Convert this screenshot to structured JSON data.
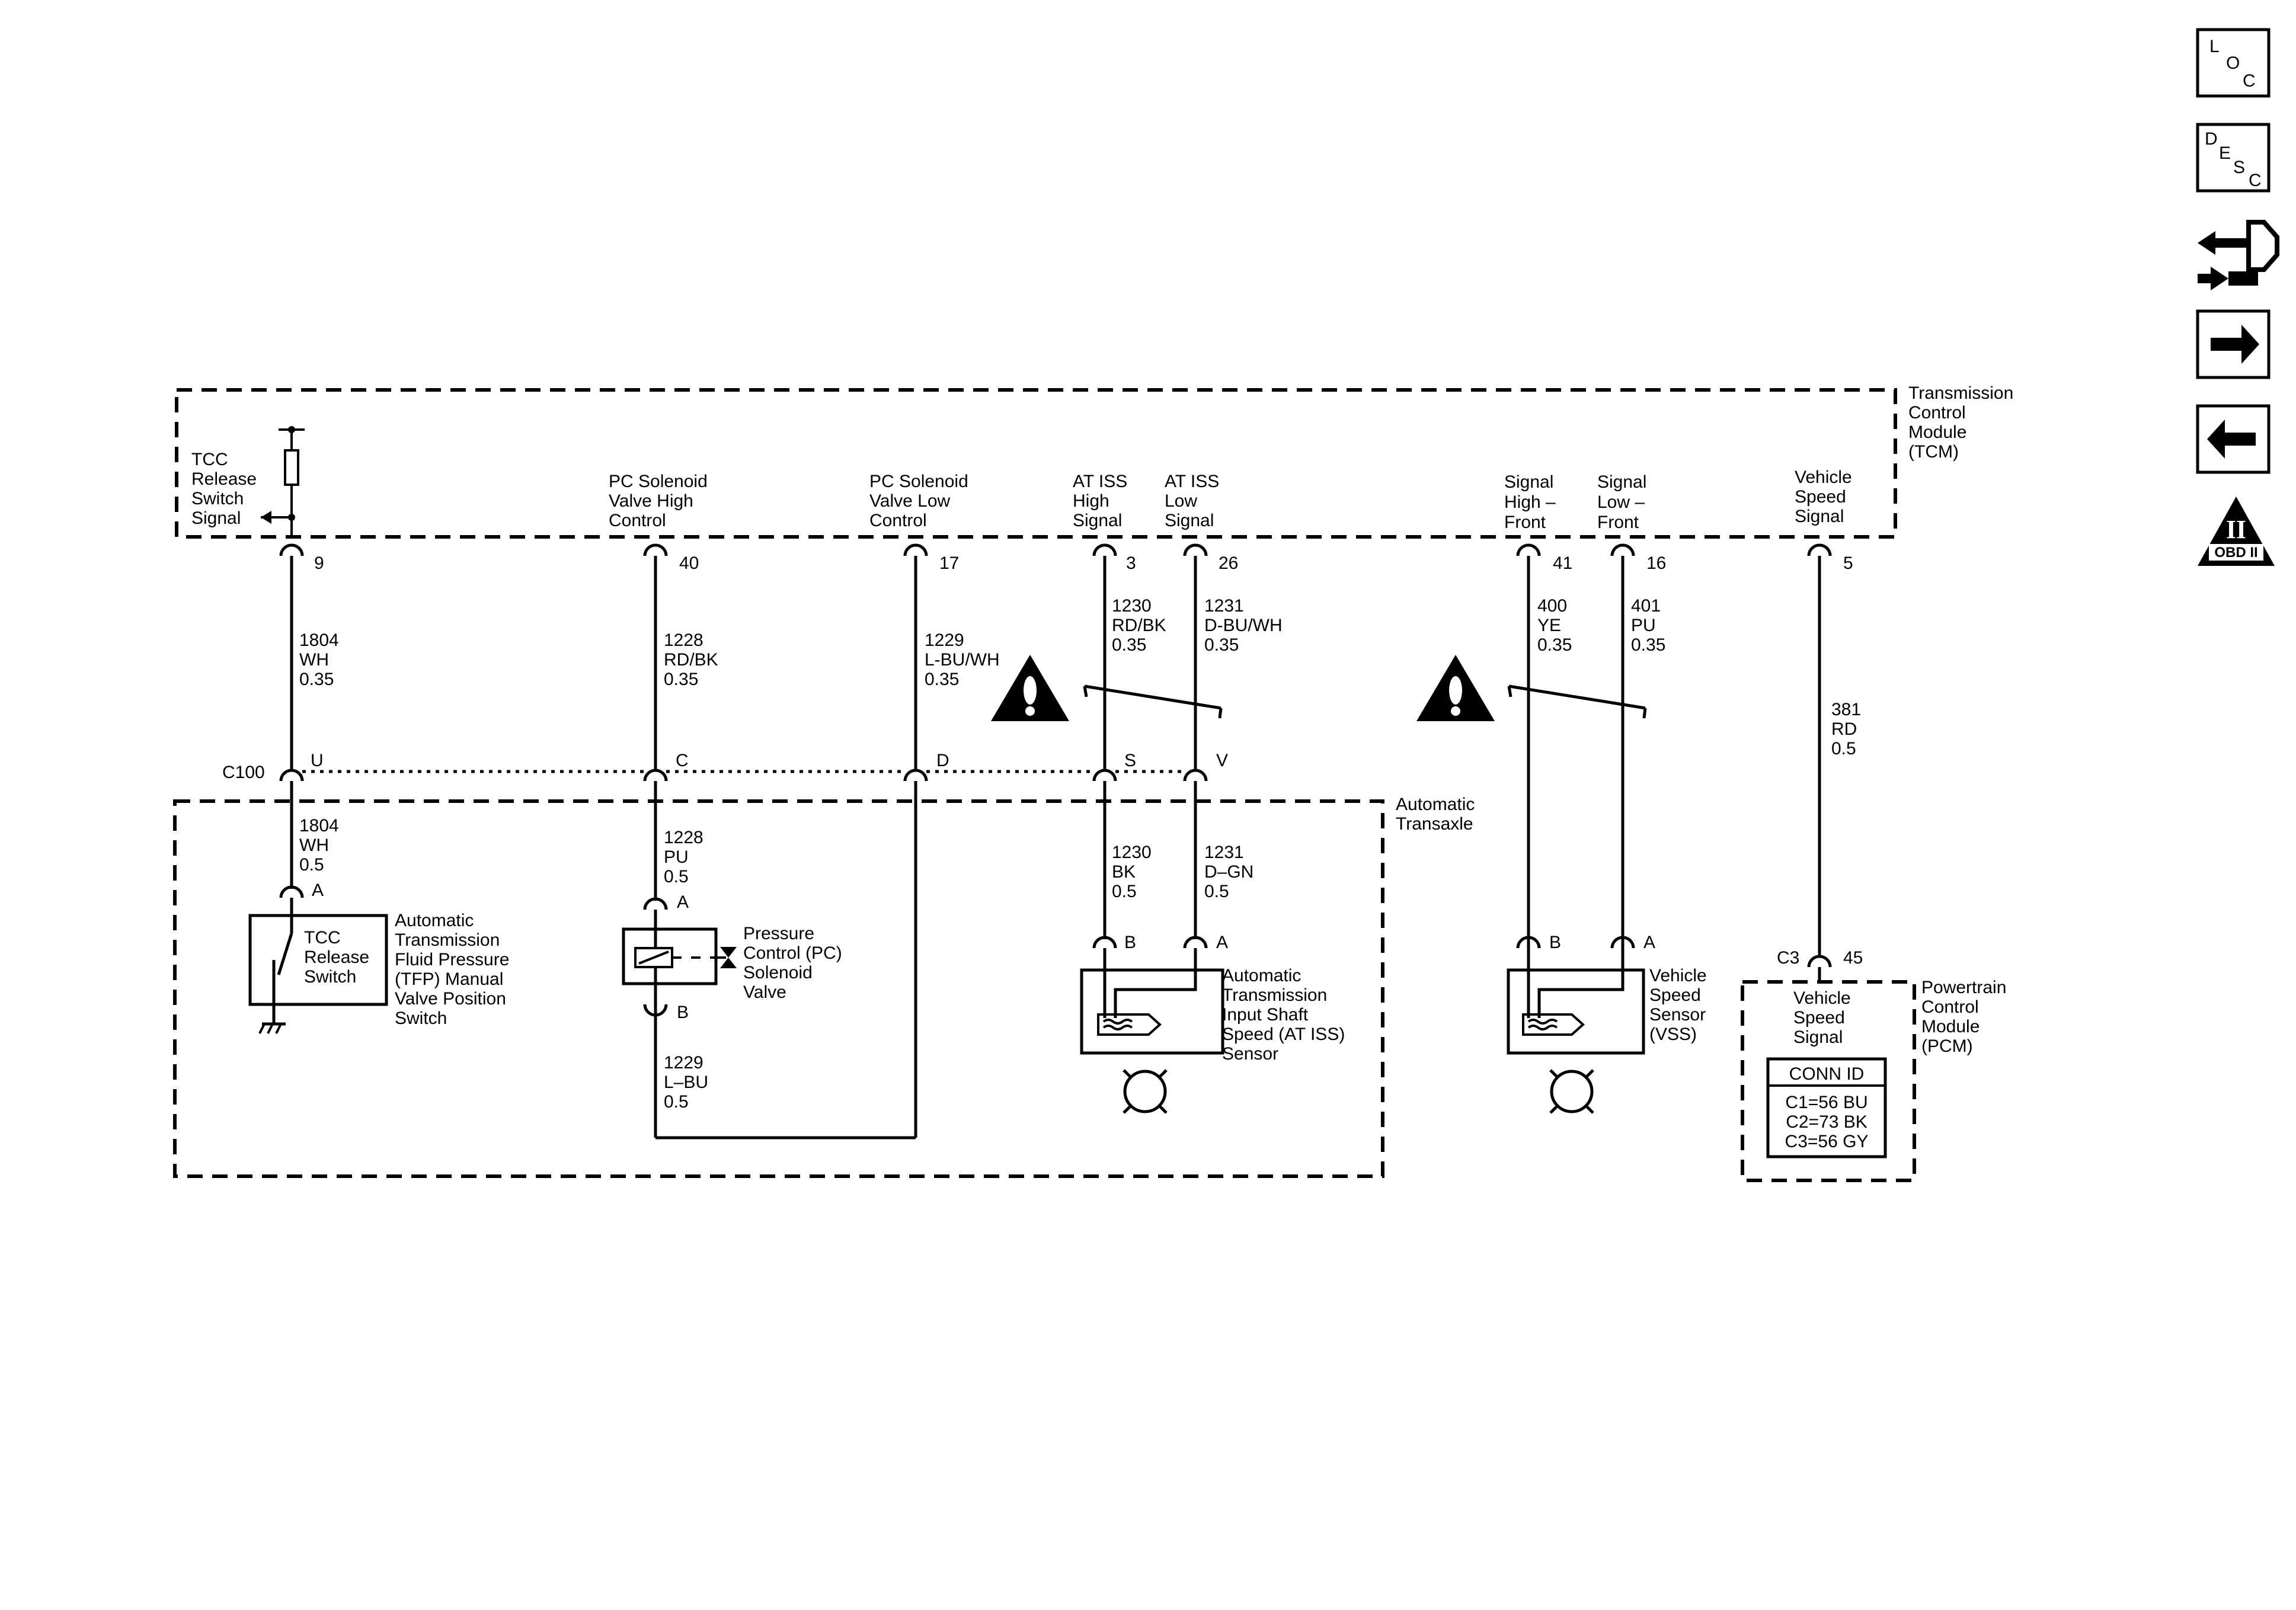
{
  "tcm": {
    "label": [
      "Transmission",
      "Control",
      "Module",
      "(TCM)"
    ],
    "signals": {
      "tcc": [
        "TCC",
        "Release",
        "Switch",
        "Signal"
      ],
      "pc_high": [
        "PC Solenoid",
        "Valve High",
        "Control"
      ],
      "pc_low": [
        "PC Solenoid",
        "Valve Low",
        "Control"
      ],
      "iss_high": [
        "AT ISS",
        "High",
        "Signal"
      ],
      "iss_low": [
        "AT ISS",
        "Low",
        "Signal"
      ],
      "sig_high": [
        "Signal",
        "High –",
        "Front"
      ],
      "sig_low": [
        "Signal",
        "Low –",
        "Front"
      ],
      "vss": [
        "Vehicle",
        "Speed",
        "Signal"
      ]
    },
    "pins": [
      "9",
      "40",
      "17",
      "3",
      "26",
      "41",
      "16",
      "5"
    ]
  },
  "wires_upper": {
    "w1": [
      "1804",
      "WH",
      "0.35"
    ],
    "w2": [
      "1228",
      "RD/BK",
      "0.35"
    ],
    "w3": [
      "1229",
      "L-BU/WH",
      "0.35"
    ],
    "w4": [
      "1230",
      "RD/BK",
      "0.35"
    ],
    "w5": [
      "1231",
      "D-BU/WH",
      "0.35"
    ],
    "w6": [
      "400",
      "YE",
      "0.35"
    ],
    "w7": [
      "401",
      "PU",
      "0.35"
    ],
    "w8": [
      "381",
      "RD",
      "0.5"
    ]
  },
  "c100": {
    "name": "C100",
    "pins": [
      "U",
      "C",
      "D",
      "S",
      "V"
    ]
  },
  "transaxle": {
    "label": [
      "Automatic",
      "Transaxle"
    ]
  },
  "wires_lower": {
    "w1": [
      "1804",
      "WH",
      "0.5"
    ],
    "w2": [
      "1228",
      "PU",
      "0.5"
    ],
    "w2b": [
      "1229",
      "L–BU",
      "0.5"
    ],
    "w4": [
      "1230",
      "BK",
      "0.5"
    ],
    "w5": [
      "1231",
      "D–GN",
      "0.5"
    ]
  },
  "components": {
    "tfp_switch": {
      "inner": [
        "TCC",
        "Release",
        "Switch"
      ],
      "label": [
        "Automatic",
        "Transmission",
        "Fluid Pressure",
        "(TFP) Manual",
        "Valve Position",
        "Switch"
      ],
      "pin": "A"
    },
    "pc_solenoid": {
      "label": [
        "Pressure",
        "Control (PC)",
        "Solenoid",
        "Valve"
      ],
      "pins": [
        "A",
        "B"
      ]
    },
    "iss_sensor": {
      "label": [
        "Automatic",
        "Transmission",
        "Input Shaft",
        "Speed (AT ISS)",
        "Sensor"
      ],
      "pins": [
        "B",
        "A"
      ]
    },
    "vss_sensor": {
      "label": [
        "Vehicle",
        "Speed",
        "Sensor",
        "(VSS)"
      ],
      "pins": [
        "B",
        "A"
      ]
    },
    "pcm": {
      "label": [
        "Powertrain",
        "Control",
        "Module",
        "(PCM)"
      ],
      "signal": [
        "Vehicle",
        "Speed",
        "Signal"
      ],
      "connector": "C3",
      "pin": "45",
      "conn_title": "CONN ID",
      "conn_rows": [
        "C1=56 BU",
        "C2=73 BK",
        "C3=56 GY"
      ]
    }
  },
  "nav": {
    "loc": [
      "L",
      "O",
      "C"
    ],
    "desc": [
      "D",
      "E",
      "S",
      "C"
    ],
    "obd": "OBD II",
    "obd_roman": "II",
    "icons": [
      "loc-icon",
      "desc-icon",
      "connector-swap-icon",
      "next-arrow-icon",
      "prev-arrow-icon",
      "obd-ii-icon"
    ]
  }
}
